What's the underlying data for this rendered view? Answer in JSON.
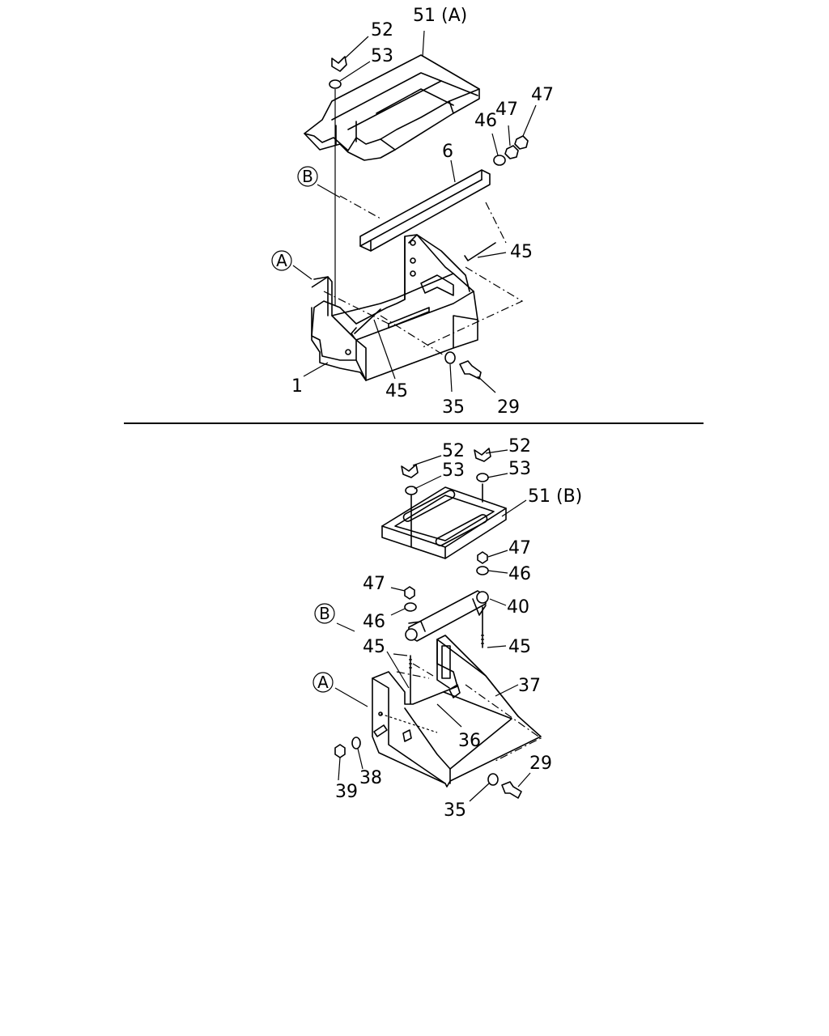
{
  "upper": {
    "callouts": {
      "c52": "52",
      "c53": "53",
      "c51a": "51 (A)",
      "c46": "46",
      "c47a": "47",
      "c47b": "47",
      "c6": "6",
      "c45a": "45",
      "c45b": "45",
      "c1": "1",
      "c35": "35",
      "c29": "29"
    },
    "ref_a": "A",
    "ref_b": "B"
  },
  "lower": {
    "callouts": {
      "c52a": "52",
      "c52b": "52",
      "c53a": "53",
      "c53b": "53",
      "c51b": "51 (B)",
      "c47a": "47",
      "c47b": "47",
      "c46a": "46",
      "c46b": "46",
      "c40": "40",
      "c45a": "45",
      "c45b": "45",
      "c37": "37",
      "c36": "36",
      "c39": "39",
      "c38": "38",
      "c35": "35",
      "c29": "29"
    },
    "ref_a": "A",
    "ref_b": "B"
  }
}
